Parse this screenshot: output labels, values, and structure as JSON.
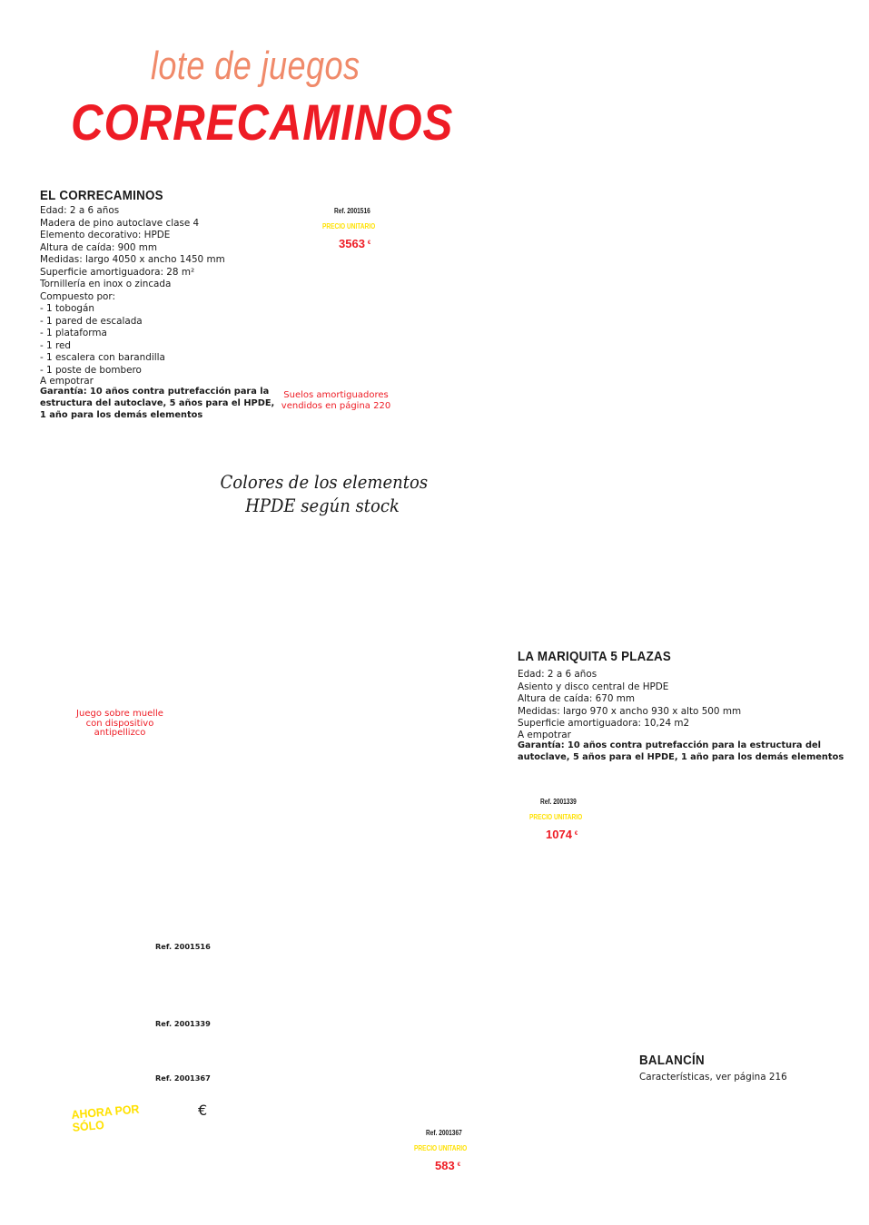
{
  "header": {
    "title_line1": "lote de juegos",
    "title_line2": "CORRECAMINOS"
  },
  "product1": {
    "name": "EL CORRECAMINOS",
    "specs": [
      "Edad: 2 a 6 años",
      "Madera de pino autoclave clase 4",
      "Elemento decorativo: HPDE",
      "Altura de caída: 900 mm",
      "Medidas: largo 4050 x ancho 1450 mm",
      "Superficie amortiguadora: 28 m²",
      "Tornillería en inox o zincada",
      "Compuesto por:",
      "- 1 tobogán",
      "- 1 pared de escalada",
      "- 1 plataforma",
      "- 1 red",
      "- 1 escalera con barandilla",
      "- 1 poste de bombero",
      "A empotrar"
    ],
    "guarantee_lines": [
      "Garantía: 10 años contra putrefacción para la",
      "estructura del autoclave, 5 años para el HPDE,",
      "1 año para los demás elementos"
    ],
    "ref": "Ref. 2001516",
    "price_label": "PRECIO UNITARIO",
    "price": "3563",
    "currency": "€",
    "note_lines": [
      "Suelos amortiguadores",
      "vendidos en página 220"
    ]
  },
  "colors_note": {
    "line1": "Colores de los elementos",
    "line2": "HPDE según stock"
  },
  "spring_note": {
    "lines": [
      "Juego sobre muelle",
      "con dispositivo",
      "antipellizco"
    ]
  },
  "product2": {
    "name": "LA MARIQUITA 5 PLAZAS",
    "specs": [
      "Edad: 2 a 6 años",
      "Asiento y disco central de HPDE",
      "Altura de caída: 670 mm",
      "Medidas: largo 970 x ancho 930 x alto 500 mm",
      "Superficie amortiguadora: 10,24 m2",
      "A empotrar"
    ],
    "guarantee_lines": [
      "Garantía: 10 años contra putrefacción para la estructura del",
      "autoclave, 5 años para el HPDE, 1 año para los demás elementos"
    ],
    "ref": "Ref. 2001339",
    "price_label": "PRECIO UNITARIO",
    "price": "1074",
    "currency": "€"
  },
  "ref_list": {
    "ref1": "Ref. 2001516",
    "ref2": "Ref. 2001339",
    "ref3": "Ref. 2001367"
  },
  "promo": {
    "line1": "AHORA POR",
    "line2": "SÓLO",
    "currency": "€"
  },
  "product3": {
    "name": "BALANCÍN",
    "description": "Características, ver página 216",
    "ref": "Ref. 2001367",
    "price_label": "PRECIO UNITARIO",
    "price": "583",
    "currency": "€"
  },
  "colors": {
    "accent_red": "#ee1c25",
    "accent_salmon": "#f08a6a",
    "accent_yellow": "#ffe100"
  }
}
